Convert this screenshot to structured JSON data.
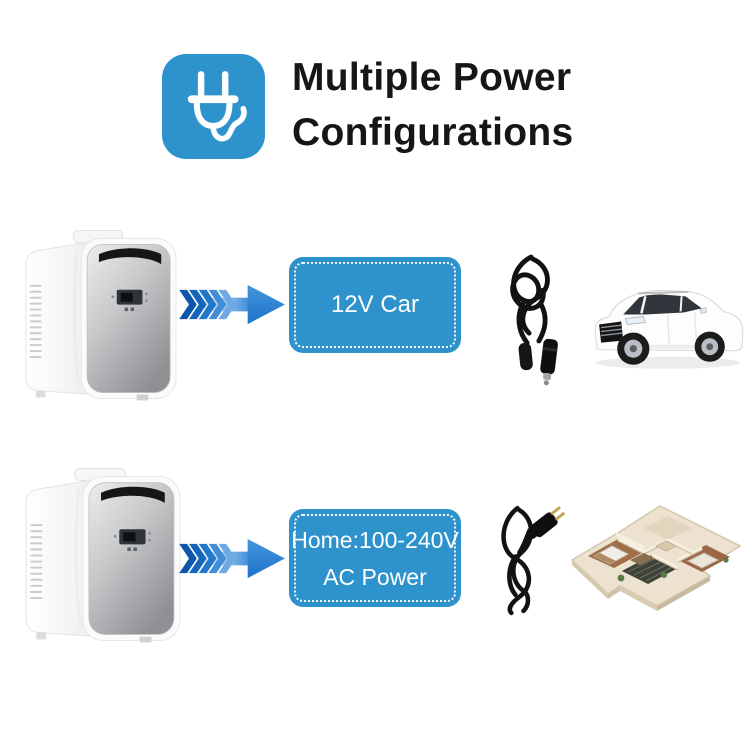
{
  "header": {
    "icon": "power-plug-icon",
    "title_line1": "Multiple Power",
    "title_line2": "Configurations"
  },
  "colors": {
    "background": "#FFFFFF",
    "accent_blue": "#2E93CC",
    "arrow_dark_blue": "#0D57AA",
    "arrow_light_blue": "#D9ECF9",
    "arrow_head_blue": "#1E72C8",
    "title_text": "#161616",
    "box_text": "#FFFFFF"
  },
  "rows": [
    {
      "id": "car-power",
      "source_image": "mini-fridge-photo",
      "arrow_icon": "blue-right-arrow",
      "label_line1": "12V Car",
      "label_line2": "",
      "cable_image": "12v-car-charger-cable-photo",
      "destination_image": "white-suv-photo"
    },
    {
      "id": "home-power",
      "source_image": "mini-fridge-photo",
      "arrow_icon": "blue-right-arrow",
      "label_line1": "Home:100-240V",
      "label_line2": "AC Power",
      "cable_image": "ac-power-cord-photo",
      "destination_image": "house-floor-plan-photo"
    }
  ]
}
